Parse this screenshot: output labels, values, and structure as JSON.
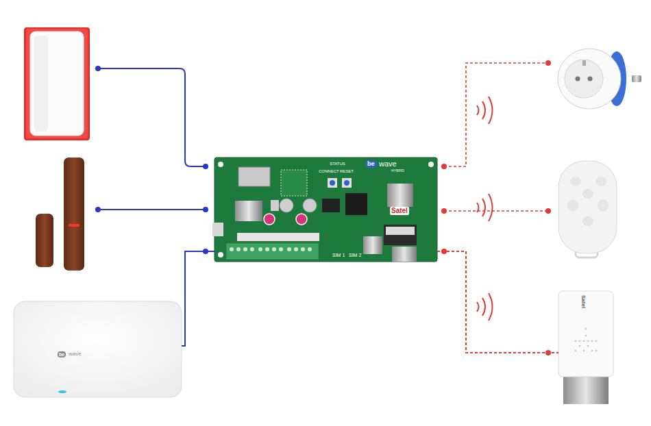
{
  "diagram": {
    "nodes": [
      {
        "text": [
          "STATUS",
          "CONNECT",
          "RESET",
          "be",
          "wave",
          "HYBRID",
          "Satel",
          "SIM 1",
          "SIM 2"
        ]
      },
      {
        "text": [
          "be",
          "wave"
        ]
      },
      {
        "text": [
          "Satel"
        ]
      }
    ],
    "edges": [
      {
        "from": 1,
        "to": 0,
        "arrow": "none"
      },
      {
        "from": 0,
        "to": 2,
        "arrow": "none"
      }
    ]
  }
}
